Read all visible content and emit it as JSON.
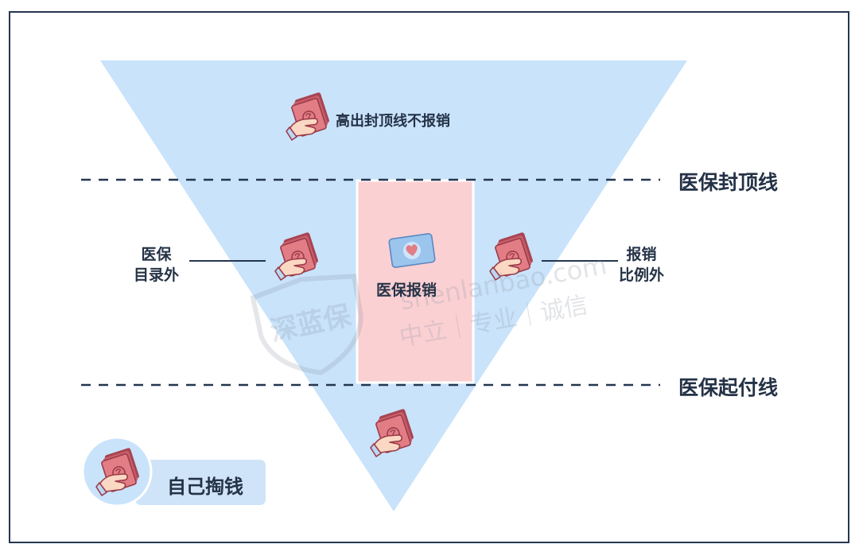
{
  "labels": {
    "above_cap": "高出封顶线不报销",
    "cap_line": "医保封顶线",
    "deductible_line": "医保起付线",
    "out_of_catalog_line1": "医保",
    "out_of_catalog_line2": "目录外",
    "out_of_ratio_line1": "报销",
    "out_of_ratio_line2": "比例外",
    "reimbursed_zone": "医保报销",
    "legend": "自己掏钱"
  },
  "watermark": {
    "logo_text": "深蓝保",
    "url": "shenlanbao.com",
    "slogan": "中立｜专业｜诚信"
  },
  "icons": {
    "money": "money-in-hand-icon",
    "card": "insurance-card-icon",
    "shield": "shield-logo-icon"
  },
  "colors": {
    "funnel": "#c9e3fb",
    "reimbursed_zone": "#fbd0d3",
    "line": "#253650",
    "text": "#243246",
    "legend_bg": "#cfe4f8",
    "money": "#e27d86",
    "money_dark": "#a84452",
    "hand": "#fbd8c4"
  }
}
